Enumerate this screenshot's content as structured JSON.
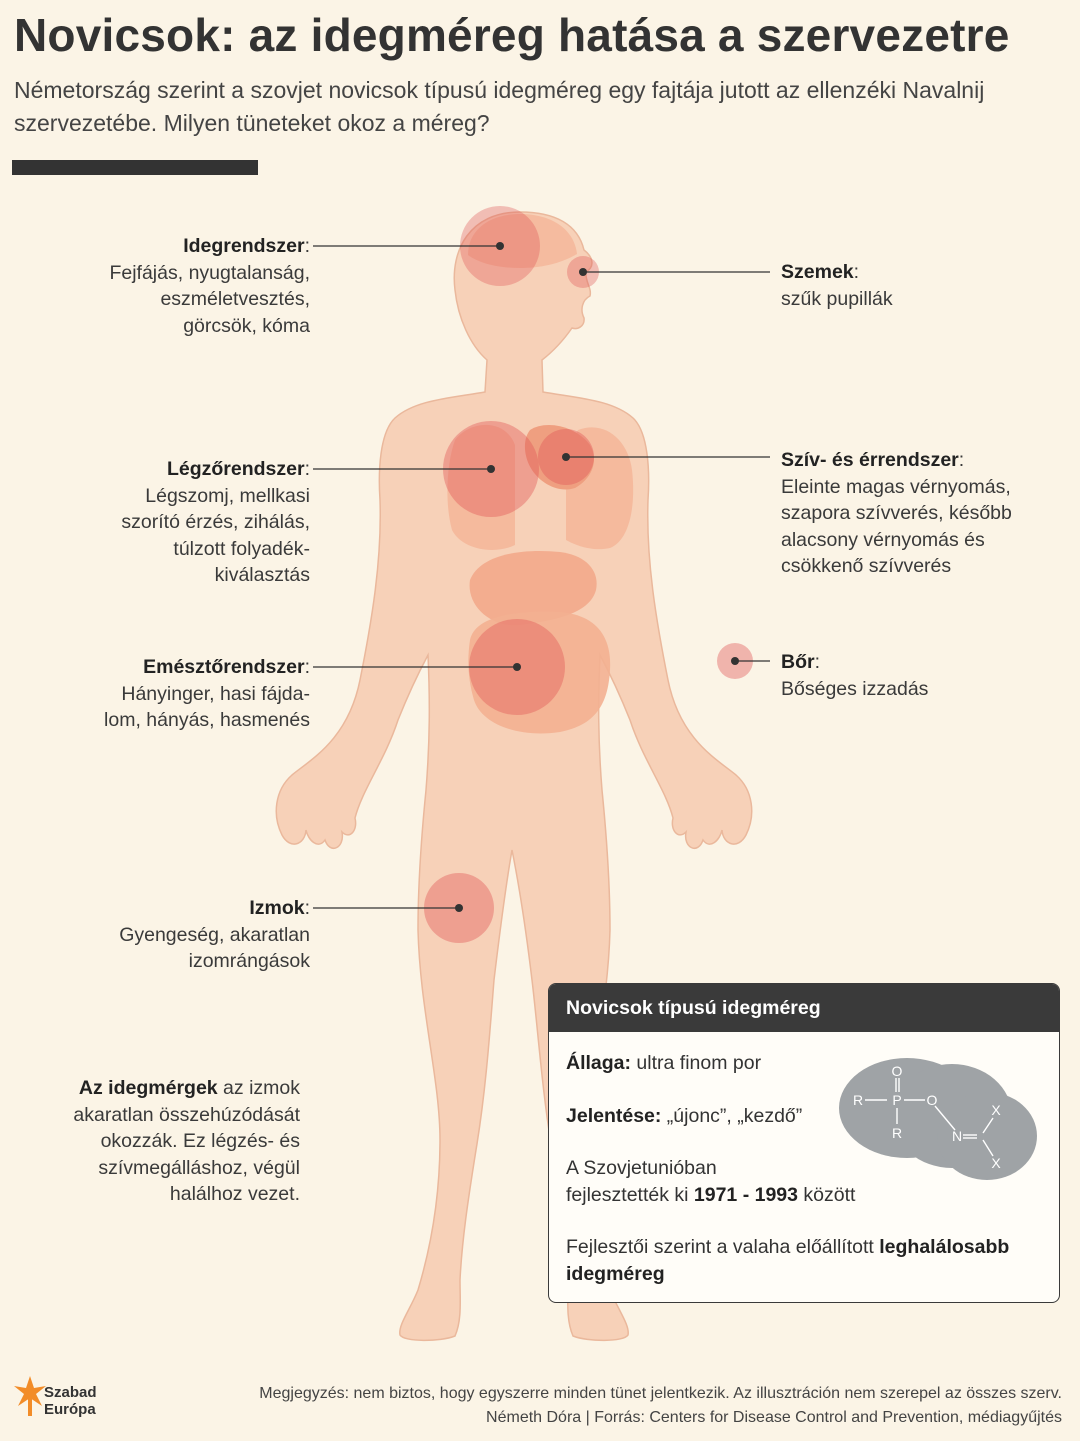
{
  "header": {
    "title": "Novicsok: az idegméreg hatása a szervezetre",
    "subtitle": "Németország szerint a szovjet novicsok típusú idegméreg egy fajtája jutott az ellenzéki Navalnij szervezetébe. Milyen tüneteket okoz a méreg?"
  },
  "labels": {
    "idegrendszer": {
      "title": "Idegrendszer",
      "lines": [
        "Fejfájás, nyugtalanság,",
        "eszméletvesztés,",
        "görcsök, kóma"
      ]
    },
    "legzo": {
      "title": "Légzőrendszer",
      "lines": [
        "Légszomj, mellkasi",
        "szorító érzés, zihálás,",
        "túlzott folyadék-",
        "kiválasztás"
      ]
    },
    "emeszto": {
      "title": "Emésztőrendszer",
      "lines": [
        "Hányinger, hasi fájda-",
        "lom, hányás, hasmenés"
      ]
    },
    "izmok": {
      "title": "Izmok",
      "lines": [
        "Gyengeség, akaratlan",
        "izomrángások"
      ]
    },
    "szemek": {
      "title": "Szemek",
      "lines": [
        "szűk pupillák"
      ]
    },
    "sziv": {
      "title": "Szív- és érrendszer",
      "lines": [
        "Eleinte magas vérnyomás,",
        "szapora szívverés,  később",
        "alacsony vérnyomás és",
        "csökkenő szívverés"
      ]
    },
    "bor": {
      "title": "Bőr",
      "lines": [
        "Bőséges izzadás"
      ]
    }
  },
  "note": {
    "bold": "Az idegmérgek",
    "rest_first": " az izmok",
    "lines": [
      "akaratlan összehúzódását",
      "okozzák. Ez légzés- és",
      "szívmegálláshoz, végül",
      "halálhoz vezet."
    ]
  },
  "infobox": {
    "heading": "Novicsok típusú idegméreg",
    "allaga_label": "Állaga:",
    "allaga_value": " ultra finom por",
    "jelentese_label": "Jelentése:",
    "jelentese_value": " „újonc”, „kezdő”",
    "dev_line1": "A Szovjetunióban",
    "dev_line2_pre": "fejlesztették ki ",
    "dev_years": "1971 - 1993",
    "dev_line2_post": " között",
    "deadly_pre": "Fejlesztői szerint a valaha előállított ",
    "deadly_bold1": "leghalálosabb",
    "deadly_bold2": "idegméreg",
    "molecule": {
      "O1": "O",
      "P": "P",
      "R1": "R",
      "R2": "R",
      "O2": "O",
      "N": "N",
      "X1": "X",
      "X2": "X"
    }
  },
  "footer": {
    "logo_line1": "Szabad",
    "logo_line2": "Európa",
    "note": "Megjegyzés: nem biztos, hogy egyszerre minden tünet jelentkezik. Az illusztráción nem szerepel az összes szerv.",
    "credit": "Németh Dóra | Forrás: Centers for Disease Control and Prevention, médiagyűjtés"
  },
  "colors": {
    "background": "#fbf4e6",
    "skin": "#f7d1b8",
    "organ": "#f0a587",
    "highlight": "#e05555",
    "dark": "#3a3a3a",
    "molecule": "#9fa3a6",
    "logo": "#f28c28"
  }
}
